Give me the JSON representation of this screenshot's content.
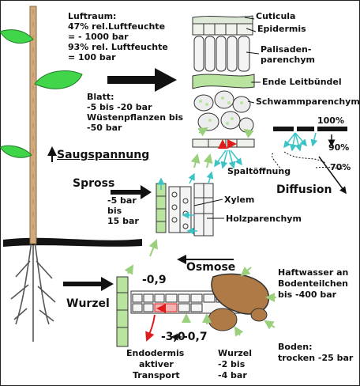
{
  "luftraum": {
    "l1": "Luftraum:",
    "l2": "47% rel.Luftfeuchte",
    "l3": "= - 1000 bar",
    "l4": "93% rel. Luftfeuchte",
    "l5": "= 100 bar"
  },
  "leaf_labels": {
    "cuticula": "Cuticula",
    "epidermis": "Epidermis",
    "palisaden1": "Palisaden-",
    "palisaden2": "parenchym",
    "ende_leitbuendel": "Ende Leitbündel",
    "schwammparenchym": "Schwammparenchym",
    "spaltoeffnung": "Spaltöffnung"
  },
  "blatt": {
    "l1": "Blatt:",
    "l2": "-5 bis -20 bar",
    "l3": "Wüstenpflanzen bis",
    "l4": "-50 bar"
  },
  "humidity": {
    "p100": "100%",
    "p90": "90%",
    "p70": "70%"
  },
  "saugspannung": "Saugspannung",
  "diffusion": "Diffusion",
  "spross": {
    "title": "Spross",
    "l1": "-5 bar",
    "l2": "bis",
    "l3": "15 bar"
  },
  "stem_labels": {
    "xylem": "Xylem",
    "holzparenchym": "Holzparenchym"
  },
  "osmose": "Osmose",
  "haftwasser": {
    "l1": "Haftwasser an",
    "l2": "Bodenteilchen",
    "l3": "bis -400 bar"
  },
  "wurzel": "Wurzel",
  "root_values": {
    "v09": "-0,9",
    "v30": "-3,0",
    "v07": "-0,7"
  },
  "endodermis": {
    "l1": "Endodermis",
    "l2": "aktiver",
    "l3": "Transport"
  },
  "wurzel_potential": {
    "l1": "Wurzel",
    "l2": "-2 bis",
    "l3": "-4 bar"
  },
  "boden": {
    "l1": "Boden:",
    "l2": "trocken -25 bar"
  },
  "colors": {
    "leaf_green": "#41d64a",
    "cell_green": "#b9e4a0",
    "stem_tan": "#d1a97d",
    "soil_brown": "#b07a47",
    "ground_black": "#141414",
    "water_cyan": "#3cc3c6",
    "red_arrow": "#e01b1b"
  }
}
